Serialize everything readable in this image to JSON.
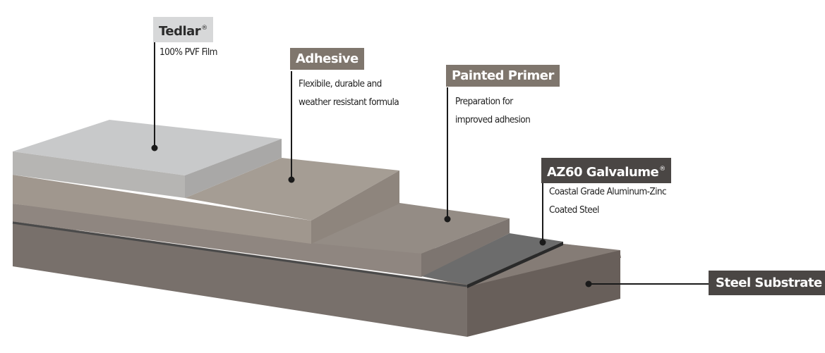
{
  "layers": [
    {
      "id": "tedlar",
      "name": "Tedlar",
      "mark": "®",
      "description": [
        "100% PVF Film"
      ]
    },
    {
      "id": "adhesive",
      "name": "Adhesive",
      "mark": "",
      "description": [
        "Flexibile, durable and",
        "weather resistant formula"
      ]
    },
    {
      "id": "painted-primer",
      "name": "Painted Primer",
      "mark": "",
      "description": [
        "Preparation for",
        "improved adhesion"
      ]
    },
    {
      "id": "galvalume",
      "name": "AZ60 Galvalume",
      "mark": "®",
      "description": [
        "Coastal Grade Aluminum-Zinc",
        "Coated Steel"
      ]
    },
    {
      "id": "steel-substrate",
      "name": "Steel Substrate",
      "mark": "",
      "description": []
    }
  ],
  "colors": {
    "tedlar_top": "#c7c8c9",
    "adhesive_top": "#a59d94",
    "primer_top": "#938b84",
    "galvalume_top": "#6e6e6e",
    "substrate_top": "#857c76",
    "label_light": "#d7d8d9",
    "label_brown": "#7f766d",
    "label_dark": "#4a4644",
    "leader": "#1a1a1a"
  }
}
